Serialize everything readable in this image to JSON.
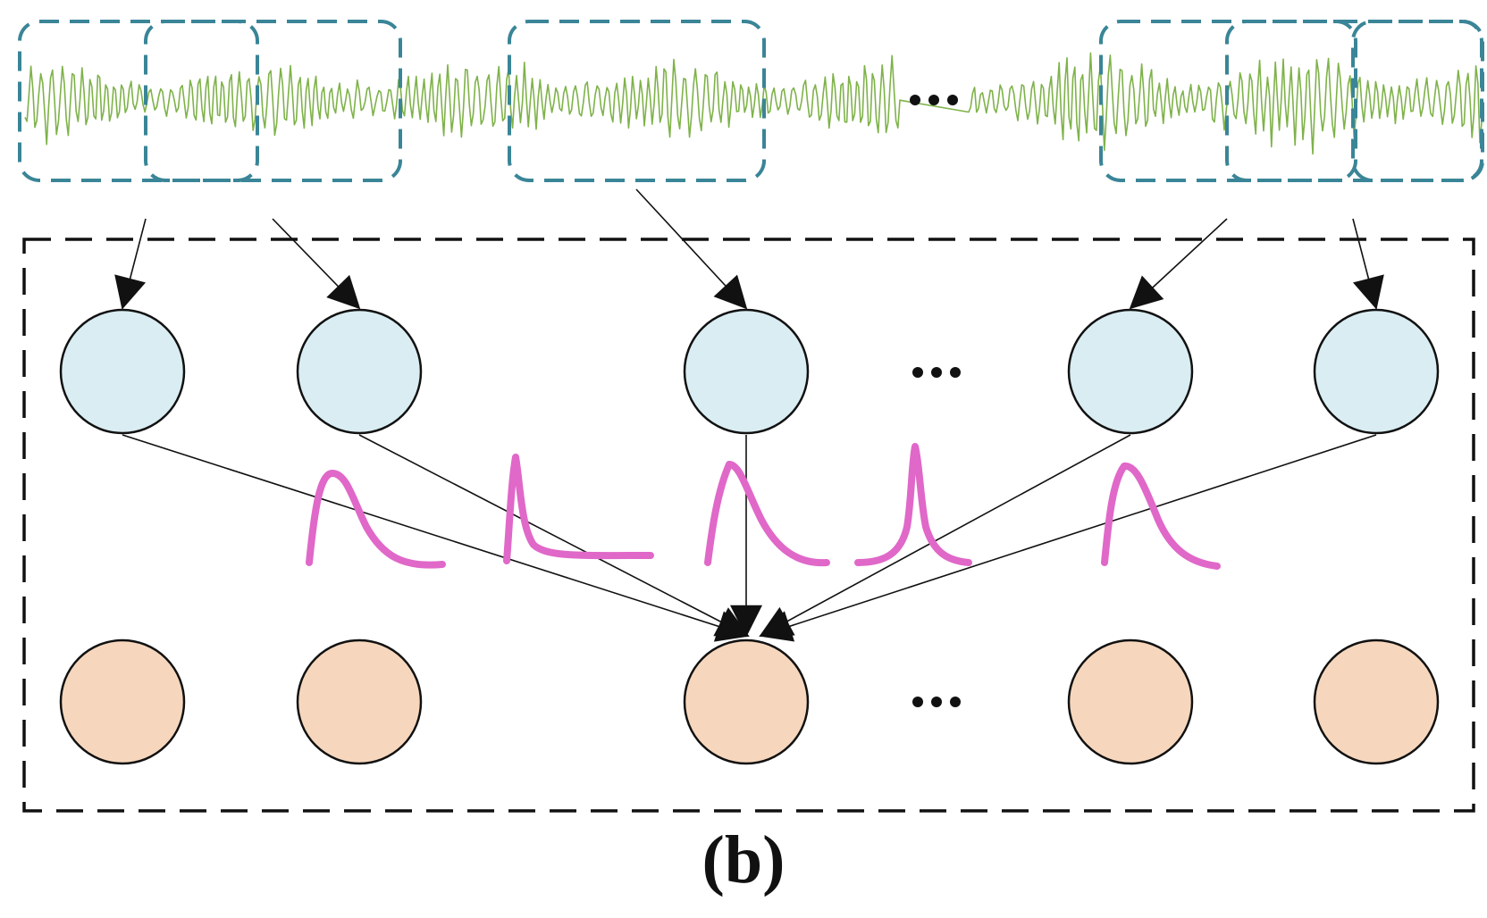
{
  "caption": "(b)",
  "ellipsis": "•••",
  "colors": {
    "signal": "#7fb24a",
    "window_border": "#3a8597",
    "input_node_fill": "#d9edf2",
    "output_node_fill": "#f6d7bd",
    "kernel_curve": "#e068c8",
    "frame": "#111111"
  },
  "structure": {
    "windows": 6,
    "input_nodes": 5,
    "output_nodes": 5,
    "kernel_curves": 5,
    "convergence_target": "output-node-3"
  }
}
